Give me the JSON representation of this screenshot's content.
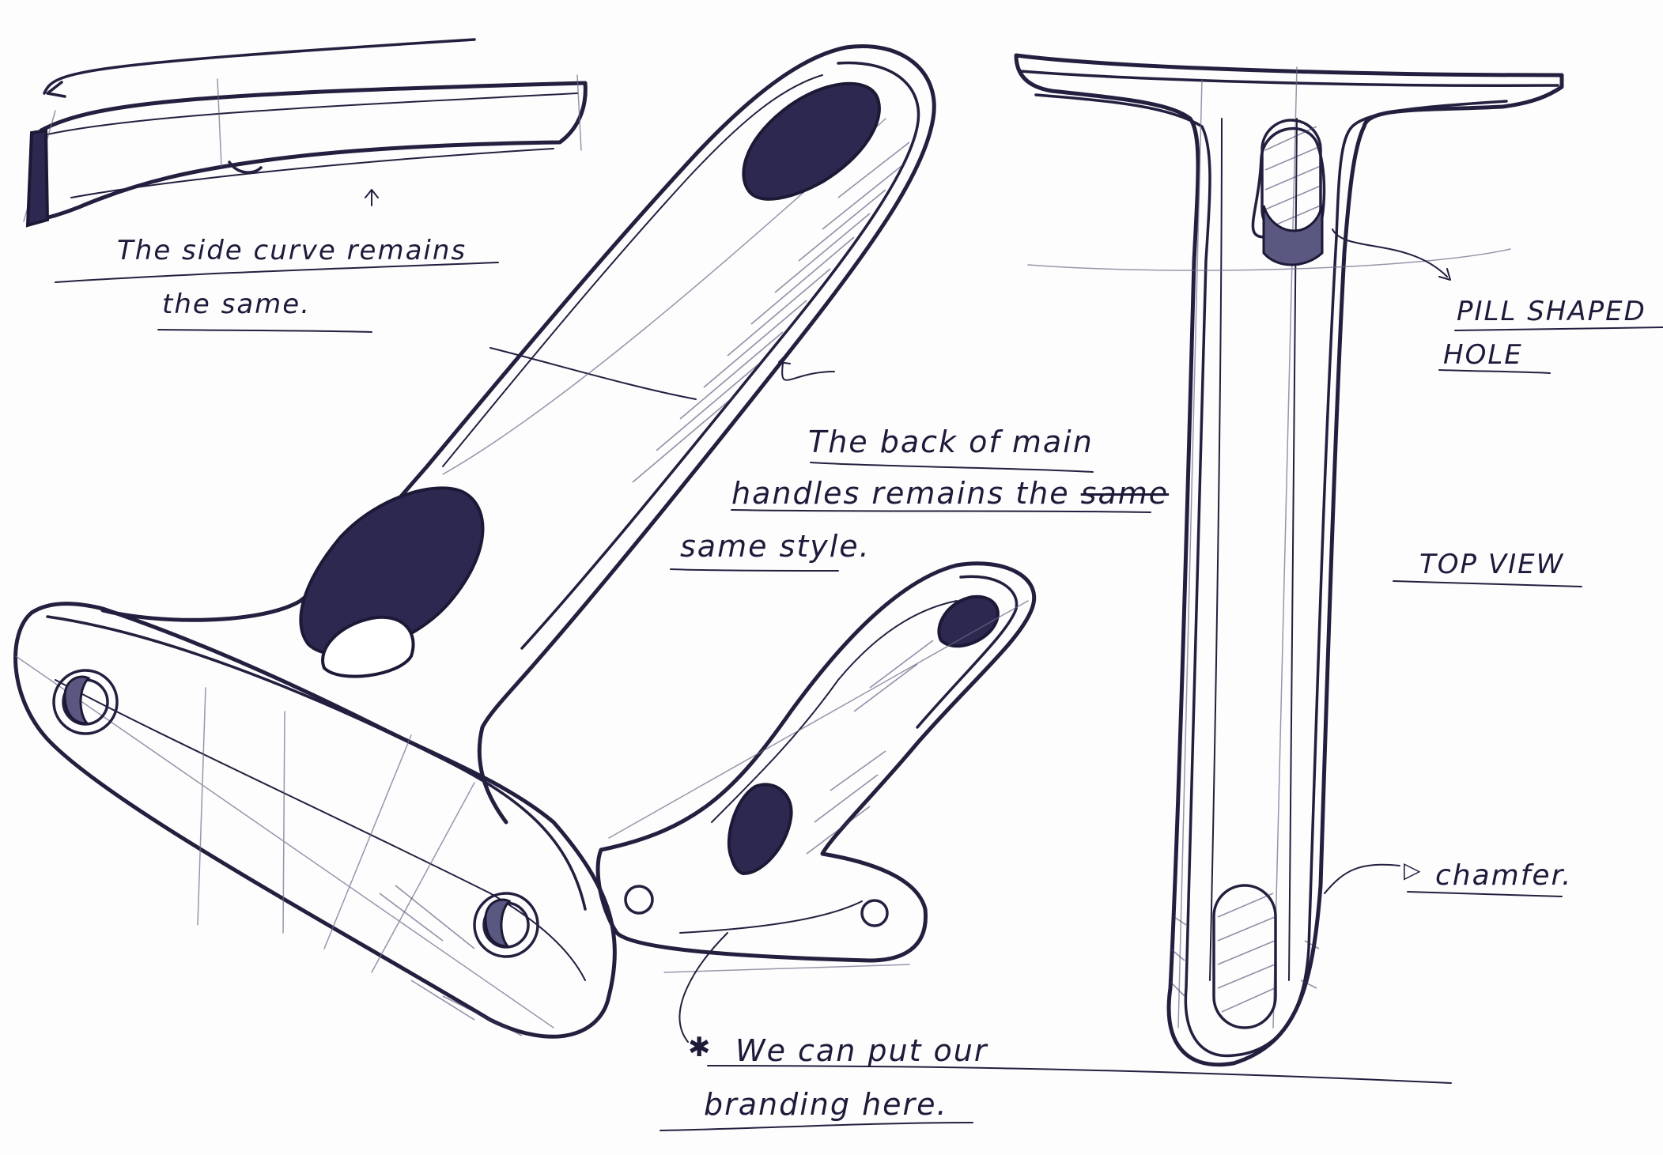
{
  "sketch": {
    "side_curve_note": {
      "line1": "The side curve remains",
      "line2": "the same."
    },
    "back_note": {
      "line1": "The back of main",
      "line2": "handles remains the",
      "line2_struck": "same",
      "line3": "same style."
    },
    "pill_hole_note": {
      "line1": "PILL SHAPED",
      "line2": "HOLE"
    },
    "top_view_label": "TOP VIEW",
    "chamfer_note": "chamfer.",
    "branding_note": {
      "line1": "We can put our",
      "line2": "branding here."
    },
    "ink_color": "#23203f"
  }
}
